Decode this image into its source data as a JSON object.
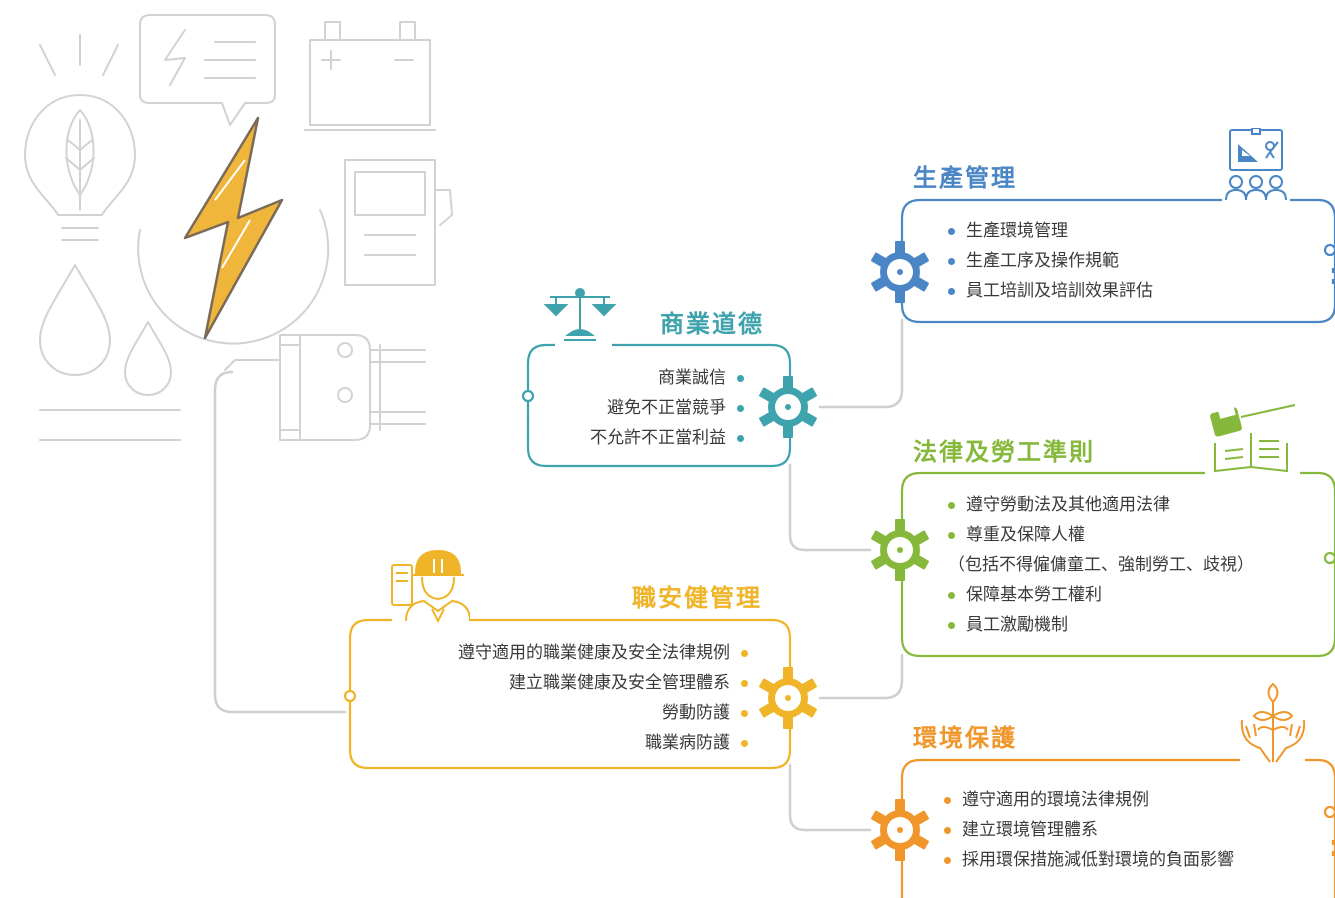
{
  "colors": {
    "blue": "#4a86c5",
    "teal": "#3fa3ad",
    "green": "#86b83b",
    "yellow": "#f0b428",
    "orange": "#f0962a",
    "gray": "#c8c8c8",
    "bolt": "#f0b63c"
  },
  "sections": {
    "production": {
      "title": "生產管理",
      "items": [
        "生產環境管理",
        "生產工序及操作規範",
        "員工培訓及培訓效果評估"
      ],
      "icon": "team-presentation-icon"
    },
    "ethics": {
      "title": "商業道德",
      "items": [
        "商業誠信",
        "避免不正當競爭",
        "不允許不正當利益"
      ],
      "icon": "scales-icon"
    },
    "labor": {
      "title": "法律及勞工準則",
      "items": [
        "遵守勞動法及其他適用法律",
        "尊重及保障人權",
        "（包括不得僱傭童工、強制勞工、歧視）",
        "保障基本勞工權利",
        "員工激勵機制"
      ],
      "icon": "gavel-book-icon"
    },
    "safety": {
      "title": "職安健管理",
      "items": [
        "遵守適用的職業健康及安全法律規例",
        "建立職業健康及安全管理體系",
        "勞動防護",
        "職業病防護"
      ],
      "icon": "worker-helmet-icon"
    },
    "environment": {
      "title": "環境保護",
      "items": [
        "遵守適用的環境法律規例",
        "建立環境管理體系",
        "採用環保措施減低對環境的負面影響"
      ],
      "icon": "hands-plant-icon"
    }
  },
  "decor_icons": [
    "lightbulb-leaf-icon",
    "speech-bubble-lightning-icon",
    "battery-icon",
    "lightning-bolt-icon",
    "fuel-pump-icon",
    "water-drops-icon",
    "power-plug-icon"
  ]
}
